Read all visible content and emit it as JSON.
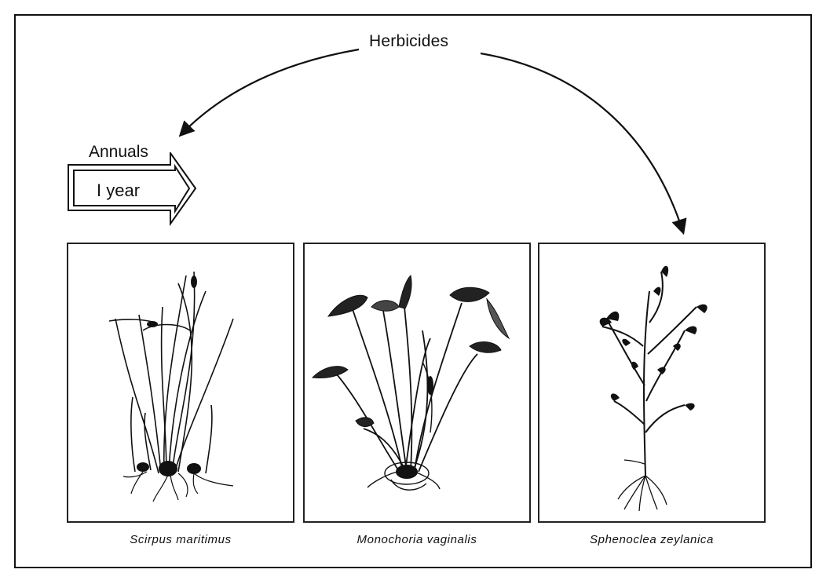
{
  "title": "Herbicides",
  "category": "Annuals",
  "duration": "I year",
  "species": [
    "Scirpus maritimus",
    "Monochoria vaginalis",
    "Sphenoclea zeylanica"
  ]
}
